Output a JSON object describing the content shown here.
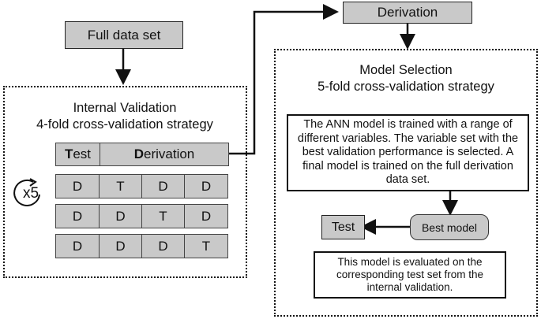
{
  "full_data_set": "Full data set",
  "derivation_top": "Derivation",
  "internal_validation": {
    "title": "Internal Validation",
    "subtitle": "4-fold cross-validation strategy",
    "header_test_initial": "T",
    "header_test_rest": "est",
    "header_derivation_initial": "D",
    "header_derivation_rest": "erivation",
    "repeat_label": "x5",
    "rows": [
      [
        "D",
        "T",
        "D",
        "D"
      ],
      [
        "D",
        "D",
        "T",
        "D"
      ],
      [
        "D",
        "D",
        "D",
        "T"
      ]
    ]
  },
  "model_selection": {
    "title": "Model Selection",
    "subtitle": "5-fold cross-validation strategy",
    "description": "The ANN model is trained with a range of different variables. The variable set with the best validation performance is selected. A final model is trained on the full derivation data set.",
    "best_model": "Best model",
    "test": "Test",
    "evaluation": "This model is evaluated on the corresponding test set from the internal validation."
  },
  "colors": {
    "box_fill": "#c9c9c9",
    "stroke": "#111111"
  },
  "icons": {
    "repeat": "circular-arrow-icon"
  }
}
